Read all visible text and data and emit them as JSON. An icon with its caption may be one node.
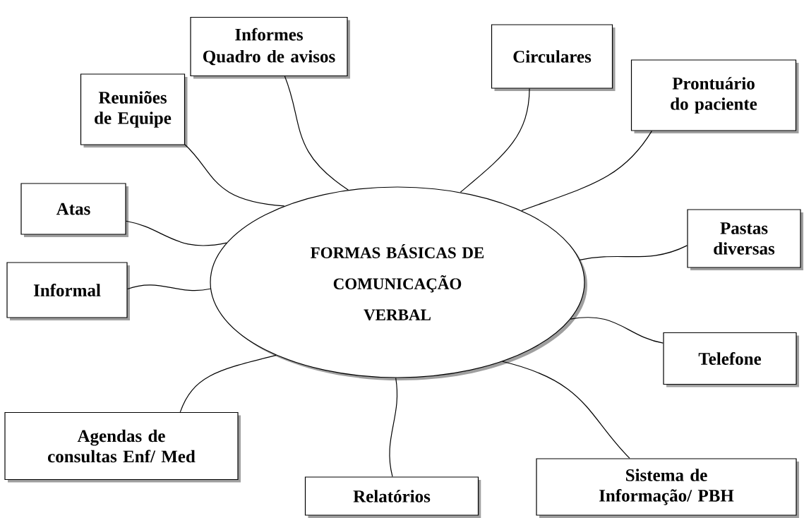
{
  "diagram": {
    "nodes": [
      {
        "text": [
          "FORMAS BÁSICAS DE COMUNICAÇÃO VERBAL"
        ]
      },
      {
        "text": [
          "Reuniões de Equipe"
        ]
      },
      {
        "text": [
          "Informes",
          "Quadro de avisos"
        ]
      },
      {
        "text": [
          "Circulares"
        ]
      },
      {
        "text": [
          "Prontuário do paciente"
        ]
      },
      {
        "text": [
          "Atas"
        ]
      },
      {
        "text": [
          "Pastas diversas"
        ]
      },
      {
        "text": [
          "Informal"
        ]
      },
      {
        "text": [
          "Telefone"
        ]
      },
      {
        "text": [
          "Agendas de consultas Enf/ Med"
        ]
      },
      {
        "text": [
          "Relatórios"
        ]
      },
      {
        "text": [
          "Sistema de Informação/ PBH"
        ]
      }
    ],
    "edges": [
      {
        "from": 0,
        "to": 1,
        "arrow": "none"
      },
      {
        "from": 0,
        "to": 2,
        "arrow": "none"
      },
      {
        "from": 0,
        "to": 3,
        "arrow": "none"
      },
      {
        "from": 0,
        "to": 4,
        "arrow": "none"
      },
      {
        "from": 0,
        "to": 5,
        "arrow": "none"
      },
      {
        "from": 0,
        "to": 6,
        "arrow": "none"
      },
      {
        "from": 0,
        "to": 7,
        "arrow": "none"
      },
      {
        "from": 0,
        "to": 8,
        "arrow": "none"
      },
      {
        "from": 0,
        "to": 9,
        "arrow": "none"
      },
      {
        "from": 0,
        "to": 10,
        "arrow": "none"
      },
      {
        "from": 0,
        "to": 11,
        "arrow": "none"
      }
    ]
  }
}
